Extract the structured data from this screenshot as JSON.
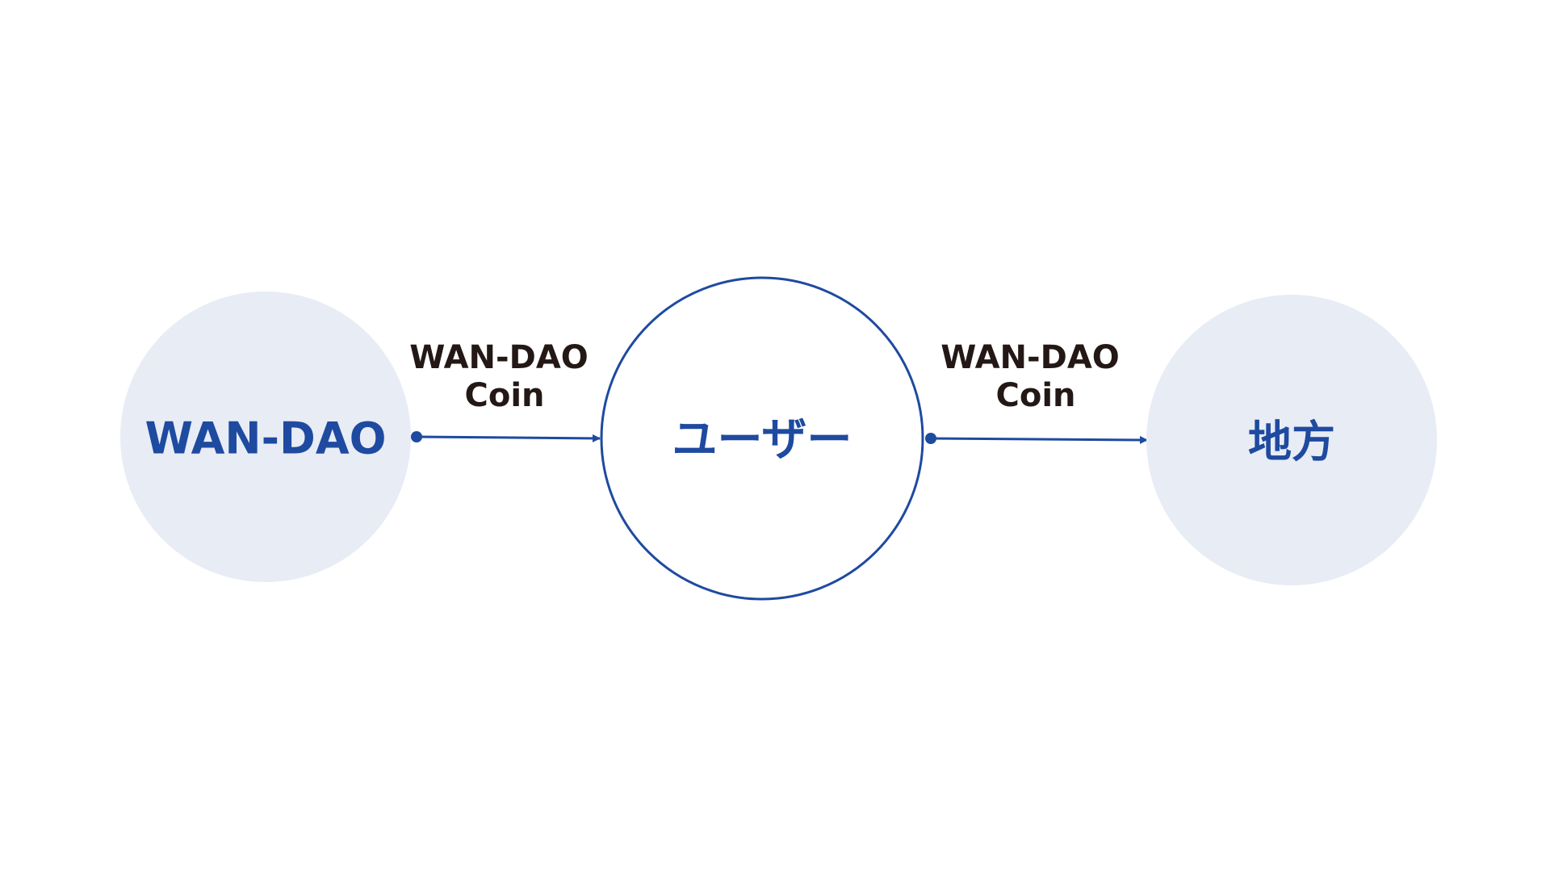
{
  "colors": {
    "primary": "#1e4aa0",
    "node_fill": "#e8ecf5",
    "center_fill": "#ffffff",
    "label_text": "#231815",
    "background": "#ffffff"
  },
  "nodes": {
    "source": {
      "label": "WAN-DAO"
    },
    "center": {
      "label": "ユーザー"
    },
    "target": {
      "label": "地方"
    }
  },
  "edges": {
    "left": {
      "label_line1": "WAN-DAO",
      "label_line2": "Coin"
    },
    "right": {
      "label_line1": "WAN-DAO",
      "label_line2": "Coin"
    }
  }
}
